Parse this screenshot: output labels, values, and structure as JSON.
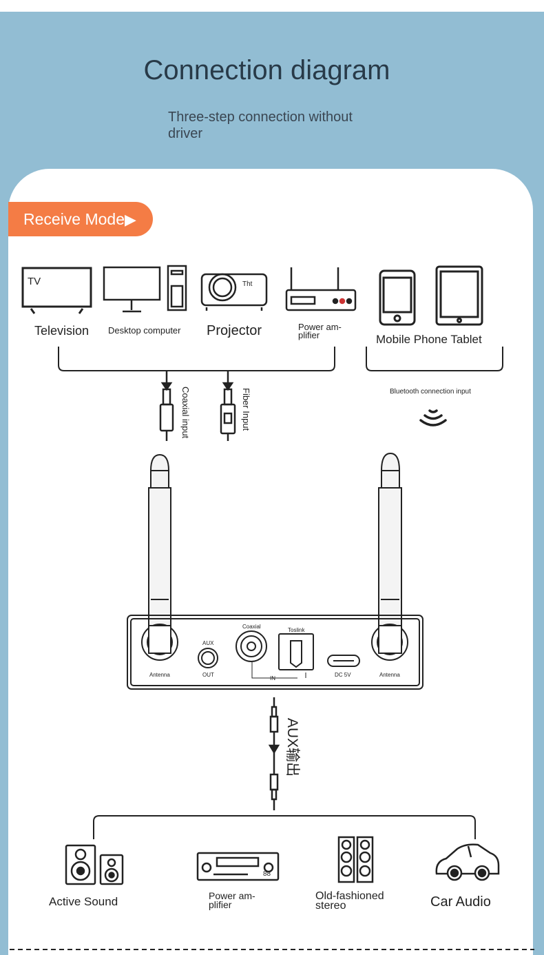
{
  "header": {
    "title": "Connection diagram",
    "subtitle": "Three-step connection without driver"
  },
  "mode_tab": {
    "label": "Receive Mode"
  },
  "sources": {
    "tv_screen_text": "TV",
    "television": "Television",
    "desktop": "Desktop computer",
    "projector": "Projector",
    "projector_logo": "Tht",
    "amp_line1": "Power am-",
    "amp_line2": "plifier",
    "mobile": "Mobile Phone Tablet"
  },
  "inputs": {
    "coaxial": "Coaxial input",
    "fiber": "Fiber Input",
    "bluetooth": "Bluetooth connection input"
  },
  "device_panel": {
    "antenna_left": "Antenna",
    "aux_top": "AUX",
    "aux_bottom": "OUT",
    "coaxial": "Coaxial",
    "toslink": "Toslink",
    "in": "IN",
    "dc": "DC 5V",
    "antenna_right": "Antenna"
  },
  "output": {
    "aux_label": "AUX输出"
  },
  "destinations": {
    "active_sound": "Active Sound",
    "amp_line1": "Power am-",
    "amp_line2": "plifier",
    "amp_display": "88",
    "stereo_line1": "Old-fashioned",
    "stereo_line2": "stereo",
    "car": "Car Audio"
  },
  "colors": {
    "background": "#92bdd3",
    "accent": "#f47c45",
    "title": "#283a48"
  }
}
